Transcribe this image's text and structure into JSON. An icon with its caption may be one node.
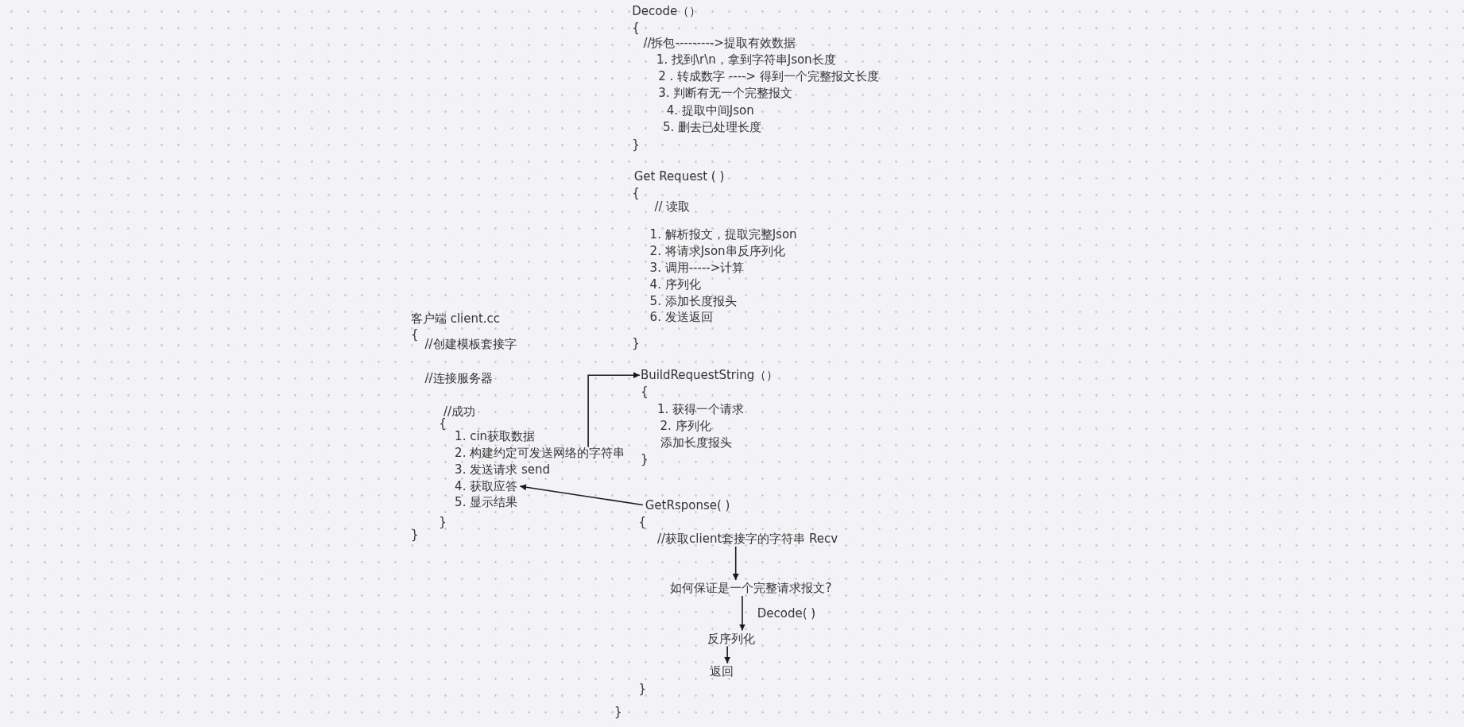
{
  "diagram": {
    "nodes": [
      {
        "text": [
          "2.  构建约定可发送网络的字符串"
        ]
      },
      {
        "text": [
          "BuildRequestString（）"
        ]
      },
      {
        "text": [
          "GetRsponse( )"
        ]
      },
      {
        "text": [
          "4.  获取应答"
        ]
      },
      {
        "text": [
          "//获取client套接字的字符串 Recv"
        ]
      },
      {
        "text": [
          "如何保证是一个完整请求报文?"
        ]
      },
      {
        "text": [
          "反序列化"
        ]
      },
      {
        "text": [
          "返回"
        ]
      }
    ],
    "edges": [
      {
        "from": 0,
        "to": 1,
        "arrow": "to"
      },
      {
        "from": 2,
        "to": 3,
        "arrow": "to"
      },
      {
        "from": 4,
        "to": 5,
        "arrow": "to"
      },
      {
        "from": 5,
        "to": 6,
        "arrow": "to",
        "label": "Decode( )"
      },
      {
        "from": 6,
        "to": 7,
        "arrow": "to"
      }
    ],
    "labels": [
      "Decode（）",
      "{",
      "//拆包--------->提取有效数据",
      "1. 找到\\r\\n，拿到字符串Json长度",
      "2 . 转成数字  ----> 得到一个完整报文长度",
      "3. 判断有无一个完整报文",
      "4. 提取中间Json",
      "5. 删去已处理长度",
      "}",
      "Get Request ( )",
      "{",
      "// 读取",
      "1.  解析报文，提取完整Json",
      "2.  将请求Json串反序列化",
      "3.  调用----->计算",
      "4.  序列化",
      "5.  添加长度报头",
      "6.  发送返回",
      "}",
      "客户端 client.cc",
      "{",
      "//创建模板套接字",
      "//连接服务器",
      "//成功",
      "{",
      "1.  cin获取数据",
      "3.  发送请求 send",
      "5.  显示结果",
      "}",
      "}",
      "{",
      "1. 获得一个请求",
      "2. 序列化",
      "添加长度报头",
      "}",
      "{",
      "}",
      "}"
    ]
  }
}
